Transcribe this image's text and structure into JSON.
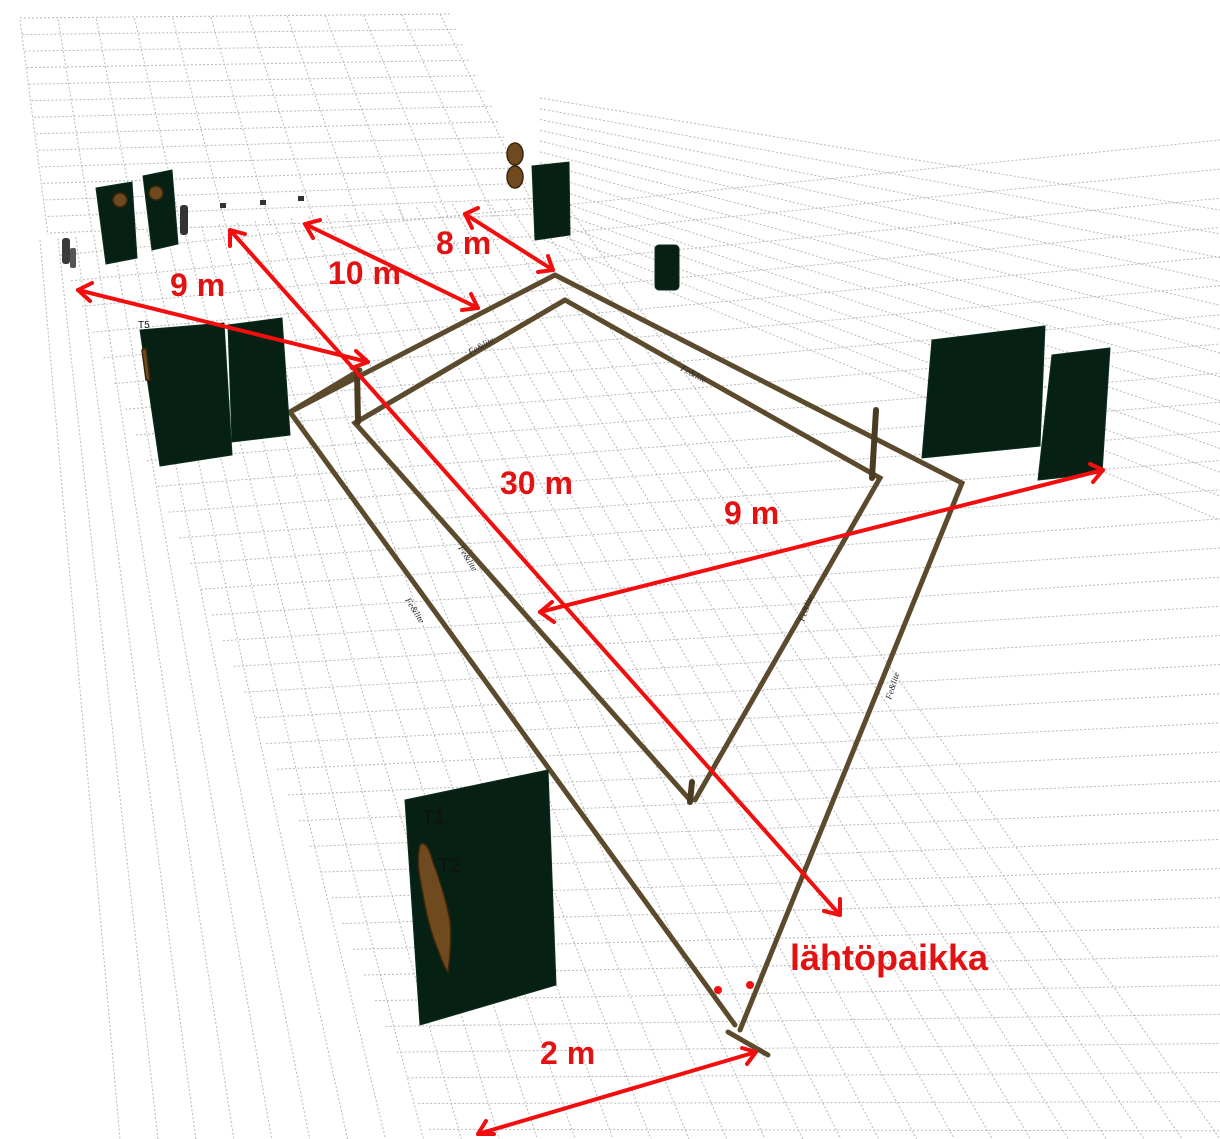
{
  "dimensions": {
    "top_width": "8 m",
    "bay_width": "10 m",
    "left_offset": "9 m",
    "length": "30 m",
    "right_offset": "9 m",
    "bottom_offset": "2 m"
  },
  "start_position_label": "lähtöpaikka",
  "targets": {
    "t1": "T1",
    "t2": "T2",
    "t5": "T5"
  },
  "colors": {
    "annotation": "#e31212",
    "target_panel": "#062114",
    "tape": "#5b4a2c",
    "grid": "#b8b8b8"
  }
}
